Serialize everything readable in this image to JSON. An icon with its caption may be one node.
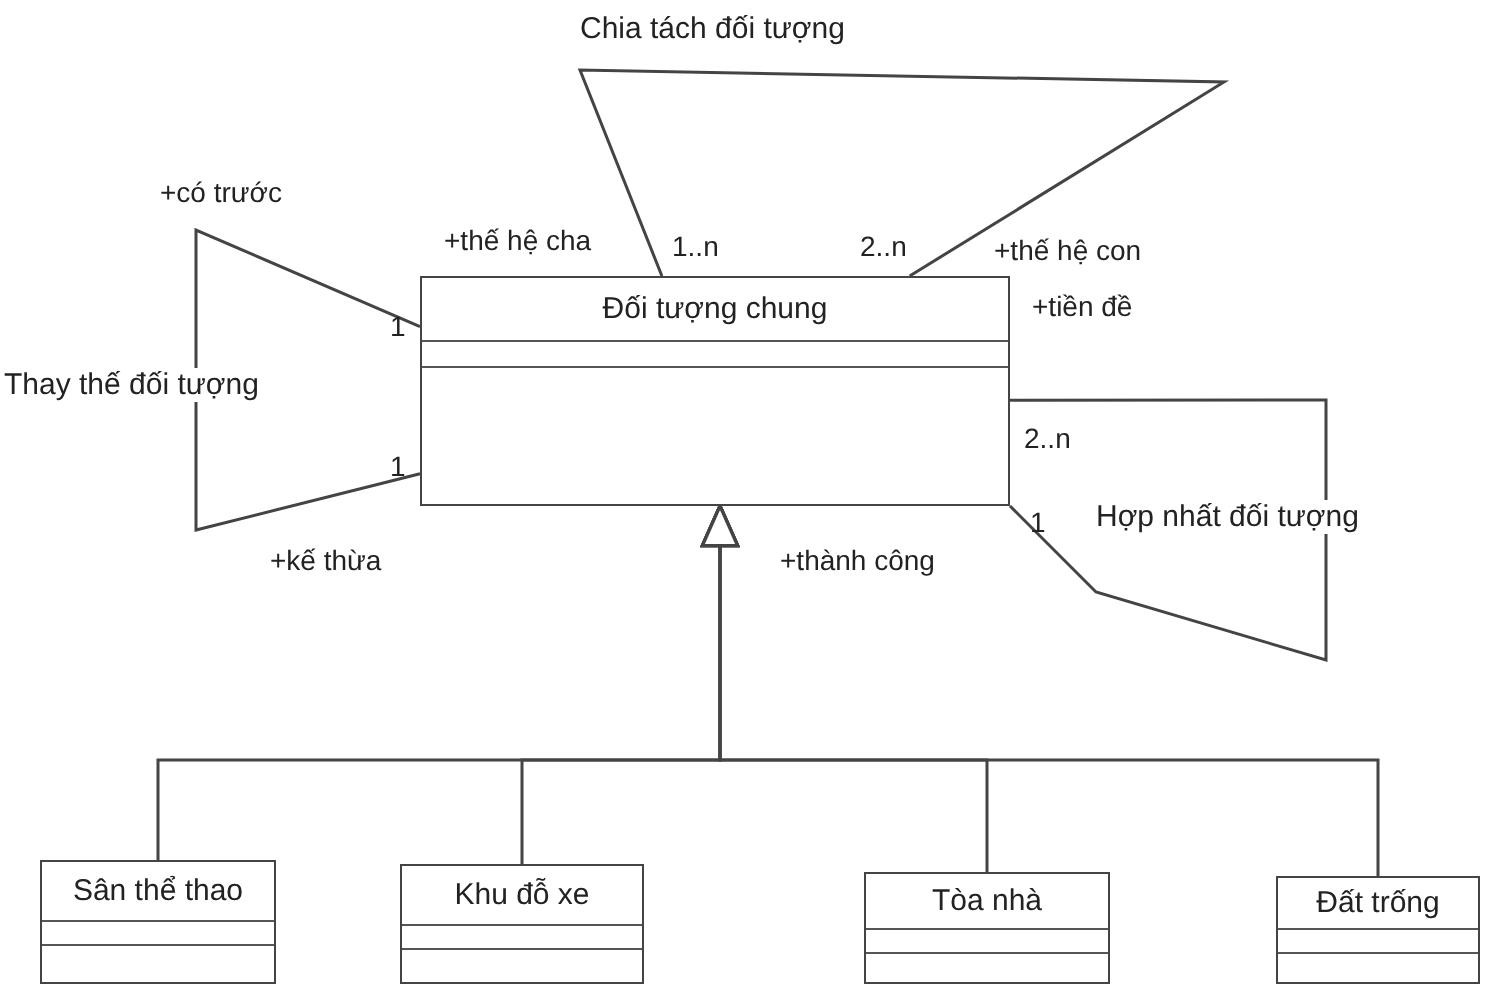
{
  "diagram": {
    "nodes": [
      {
        "text": [
          "Đối tượng chung"
        ]
      },
      {
        "text": [
          "Sân thể thao"
        ]
      },
      {
        "text": [
          "Khu đỗ xe"
        ]
      },
      {
        "text": [
          "Tòa nhà"
        ]
      },
      {
        "text": [
          "Đất trống"
        ]
      }
    ],
    "edges": [
      {
        "from": 0,
        "to": 0,
        "arrow": "none",
        "label": "Thay thế đối tượng"
      },
      {
        "from": 0,
        "to": 0,
        "arrow": "none",
        "label": "Chia tách đối tượng"
      },
      {
        "from": 0,
        "to": 0,
        "arrow": "none",
        "label": "Hợp nhất đối tượng"
      },
      {
        "from": 1,
        "to": 0,
        "arrow": "to"
      },
      {
        "from": 2,
        "to": 0,
        "arrow": "to"
      },
      {
        "from": 3,
        "to": 0,
        "arrow": "to"
      },
      {
        "from": 4,
        "to": 0,
        "arrow": "to"
      }
    ],
    "labels": [
      "+có trước",
      "+thế hệ cha",
      "1..n",
      "2..n",
      "+thế hệ con",
      "1",
      "+tiền đề",
      "1",
      "2..n",
      "1",
      "+kế thừa",
      "+thành công"
    ]
  }
}
